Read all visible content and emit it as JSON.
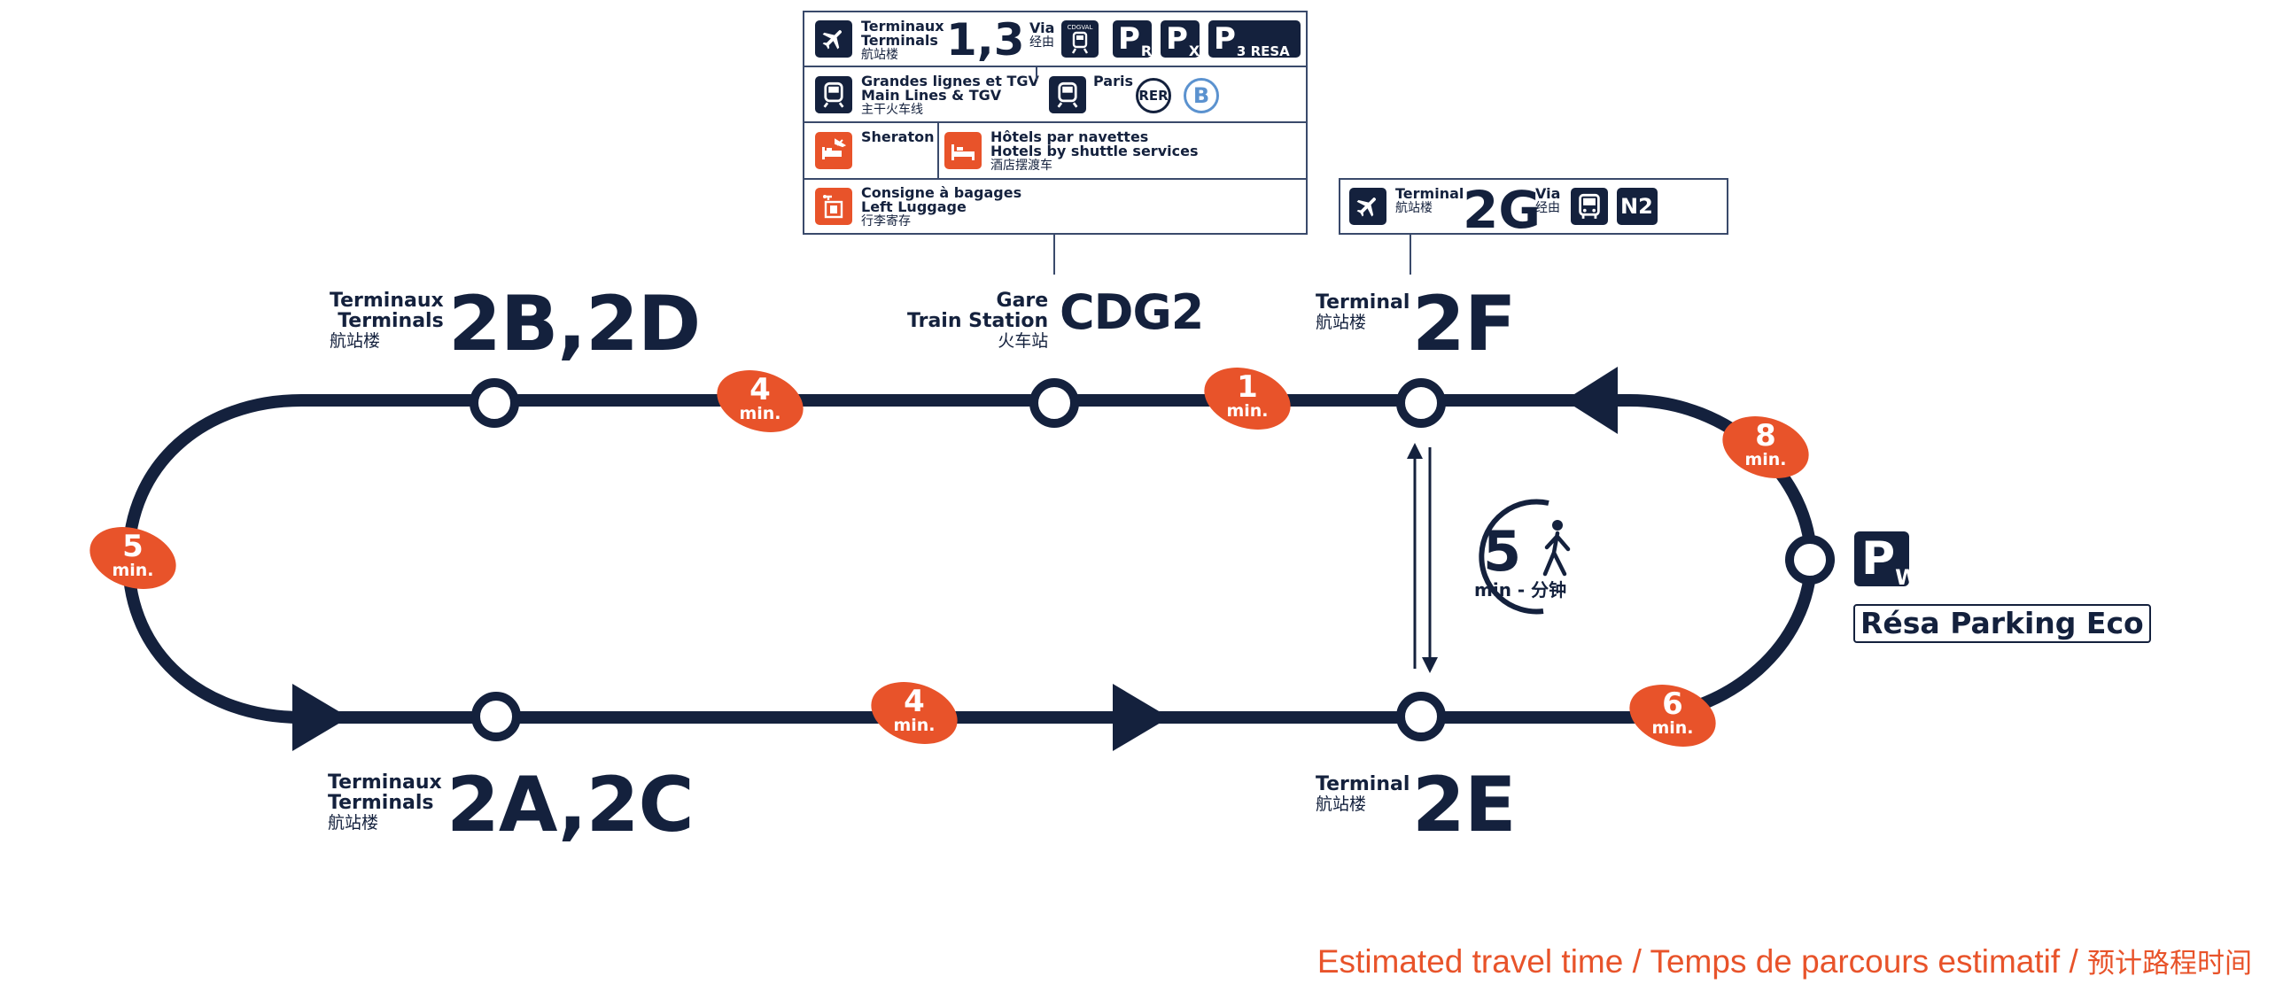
{
  "colors": {
    "navy": "#14213d",
    "orange": "#e8532a",
    "rer_blue": "#5b92cf"
  },
  "stations": {
    "t2b2d": {
      "fr": "Terminaux",
      "en": "Terminals",
      "cn": "航站楼",
      "name": "2B,2D"
    },
    "cdg2": {
      "fr": "Gare",
      "en": "Train Station",
      "cn": "火车站",
      "name": "CDG2"
    },
    "t2f": {
      "en": "Terminal",
      "cn": "航站楼",
      "name": "2F"
    },
    "t2a2c": {
      "fr": "Terminaux",
      "en": "Terminals",
      "cn": "航站楼",
      "name": "2A,2C"
    },
    "t2e": {
      "en": "Terminal",
      "cn": "航站楼",
      "name": "2E"
    }
  },
  "travel_times": [
    {
      "value": "4",
      "unit": "min."
    },
    {
      "value": "1",
      "unit": "min."
    },
    {
      "value": "8",
      "unit": "min."
    },
    {
      "value": "5",
      "unit": "min."
    },
    {
      "value": "4",
      "unit": "min."
    },
    {
      "value": "6",
      "unit": "min."
    }
  ],
  "walk": {
    "value": "5",
    "label": "min - 分钟",
    "icon": "pedestrian-icon"
  },
  "parking_eco": {
    "letter": "P",
    "sub": "W",
    "label": "Résa Parking Eco"
  },
  "sign_cdg2": {
    "row1": {
      "fr": "Terminaux",
      "en": "Terminals",
      "cn": "航站楼",
      "name": "1,3",
      "via": "Via",
      "via_cn": "经由",
      "cdgval": "CDGVAL",
      "p1": "P",
      "p1_sub": "R",
      "p2": "P",
      "p2_sub": "X",
      "p3": "P",
      "p3_sub": "3 RESA"
    },
    "row2": {
      "fr": "Grandes lignes et TGV",
      "en": "Main Lines & TGV",
      "cn": "主干火车线",
      "paris": "Paris",
      "rer": "RER",
      "line": "B"
    },
    "row3": {
      "sheraton": "Sheraton",
      "fr": "Hôtels par navettes",
      "en": "Hotels by shuttle services",
      "cn": "酒店摆渡车"
    },
    "row4": {
      "fr": "Consigne à bagages",
      "en": "Left Luggage",
      "cn": "行李寄存"
    }
  },
  "sign_2g": {
    "en": "Terminal",
    "cn": "航站楼",
    "name": "2G",
    "via": "Via",
    "via_cn": "经由",
    "bus": "N2"
  },
  "footer": {
    "text": "Estimated travel time / Temps de parcours estimatif / ",
    "cn": "预计路程时间"
  }
}
